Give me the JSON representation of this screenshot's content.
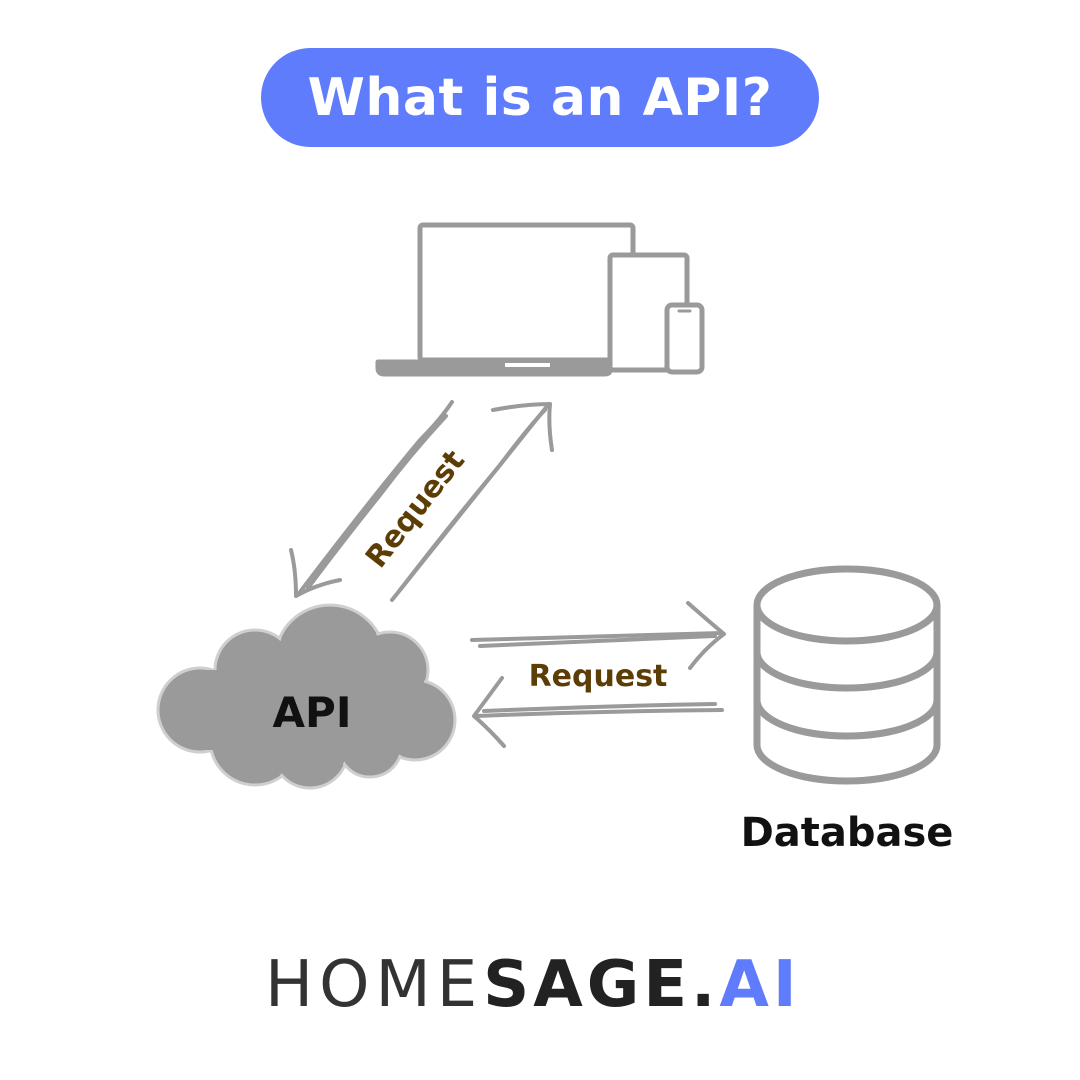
{
  "title": "What is an API?",
  "nodes": {
    "api": "API",
    "database": "Database"
  },
  "edges": {
    "device_api_label": "Request",
    "api_database_label": "Request"
  },
  "logo": {
    "part1": "HOME",
    "part2": "SAGE.",
    "part3": "AI"
  },
  "colors": {
    "accent": "#5f7cfc",
    "icon_gray": "#9a9a9a",
    "label_brown": "#5c3d06",
    "text_dark": "#111111"
  },
  "icons": [
    "laptop-icon",
    "tablet-icon",
    "phone-icon",
    "cloud-icon",
    "database-icon"
  ]
}
